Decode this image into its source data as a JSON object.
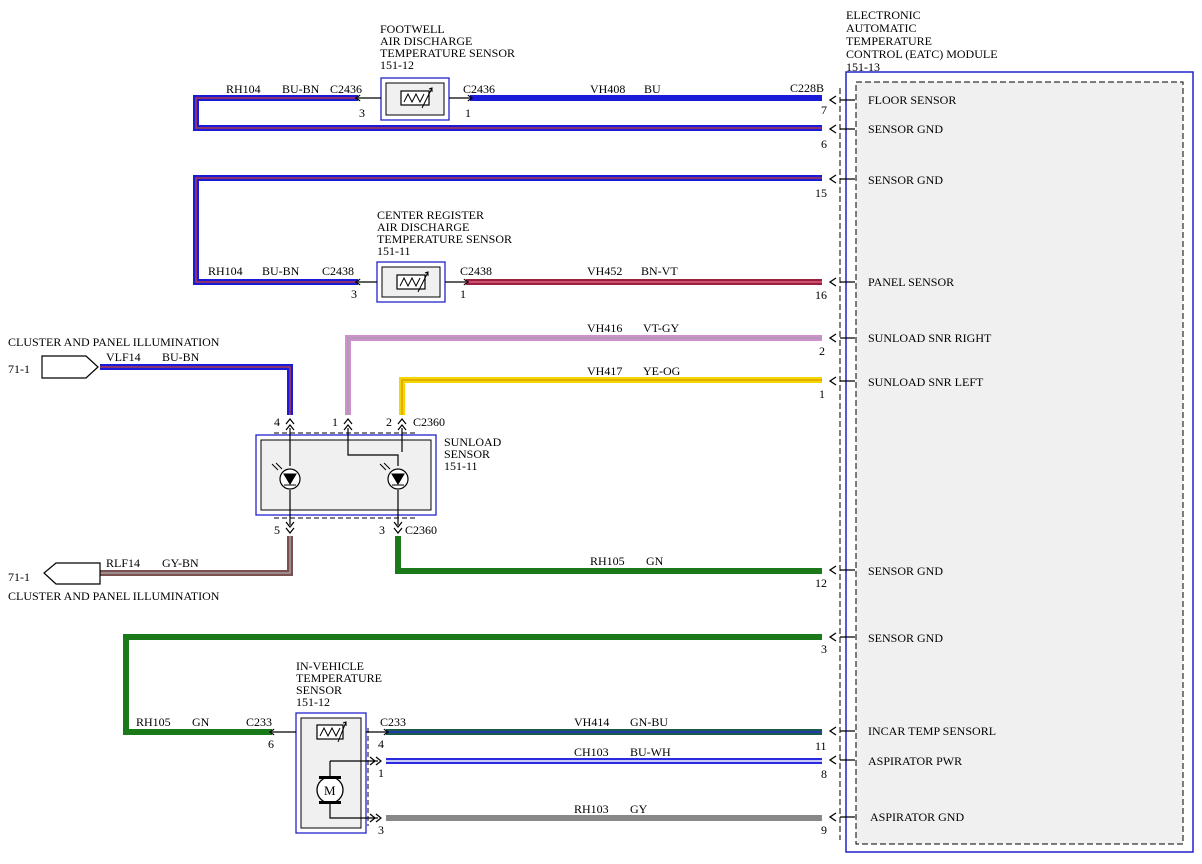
{
  "module": {
    "title_lines": [
      "ELECTRONIC",
      "AUTOMATIC",
      "TEMPERATURE",
      "CONTROL (EATC) MODULE",
      "151-13"
    ],
    "connector": "C228B"
  },
  "pins": [
    {
      "name": "FLOOR SENSOR",
      "pin": "7"
    },
    {
      "name": "SENSOR GND",
      "pin": "6"
    },
    {
      "name": "SENSOR GND",
      "pin": "15"
    },
    {
      "name": "PANEL SENSOR",
      "pin": "16"
    },
    {
      "name": "SUNLOAD SNR RIGHT",
      "pin": "2"
    },
    {
      "name": "SUNLOAD SNR LEFT",
      "pin": "1"
    },
    {
      "name": "SENSOR GND",
      "pin": "12"
    },
    {
      "name": "SENSOR GND",
      "pin": "3"
    },
    {
      "name": "INCAR TEMP SENSORL",
      "pin": "11"
    },
    {
      "name": "ASPIRATOR PWR",
      "pin": "8"
    },
    {
      "name": "ASPIRATOR GND",
      "pin": "9"
    }
  ],
  "footwell": {
    "title_lines": [
      "FOOTWELL",
      "AIR DISCHARGE",
      "TEMPERATURE SENSOR",
      "151-12"
    ],
    "conn": "C2436",
    "pin_left": "3",
    "pin_right": "1"
  },
  "center": {
    "title_lines": [
      "CENTER REGISTER",
      "AIR DISCHARGE",
      "TEMPERATURE SENSOR",
      "151-11"
    ],
    "conn": "C2438",
    "pin_left": "3",
    "pin_right": "1"
  },
  "sunload": {
    "title_lines": [
      "SUNLOAD",
      "SENSOR",
      "151-11"
    ],
    "conn": "C2360",
    "pins_top": [
      "4",
      "1",
      "2"
    ],
    "pins_bottom": [
      "5",
      "3"
    ]
  },
  "invehicle": {
    "title_lines": [
      "IN-VEHICLE",
      "TEMPERATURE",
      "SENSOR",
      "151-12"
    ],
    "conn": "C233",
    "pin_left": "6",
    "pins_right": [
      "4",
      "1",
      "3"
    ],
    "motor_label": "M"
  },
  "illum": {
    "label": "CLUSTER AND PANEL ILLUMINATION",
    "ref": "71-1",
    "top_circuit": "VLF14",
    "top_color": "BU-BN",
    "bottom_circuit": "RLF14",
    "bottom_color": "GY-BN"
  },
  "wires": [
    {
      "circuit": "RH104",
      "color": "BU-BN"
    },
    {
      "circuit": "VH408",
      "color": "BU"
    },
    {
      "circuit": "RH104",
      "color": "BU-BN"
    },
    {
      "circuit": "VH452",
      "color": "BN-VT"
    },
    {
      "circuit": "VH416",
      "color": "VT-GY"
    },
    {
      "circuit": "VH417",
      "color": "YE-OG"
    },
    {
      "circuit": "RH105",
      "color": "GN"
    },
    {
      "circuit": "RH105",
      "color": "GN"
    },
    {
      "circuit": "VH414",
      "color": "GN-BU"
    },
    {
      "circuit": "CH103",
      "color": "BU-WH"
    },
    {
      "circuit": "RH103",
      "color": "GY"
    }
  ],
  "colors": {
    "outline": "#2222cc",
    "blue": "#1a1ad9",
    "bu_bn_stripe": "#b03a4a",
    "bn_vt": "#9a2040",
    "bn_vt_stripe": "#e06080",
    "vt_gy": "#d090d0",
    "ye_og": "#f0d800",
    "green": "#1a7a1a",
    "gn_bu": "#1a5a4a",
    "bu_wh": "#2a2ae0",
    "gray": "#888888",
    "gy_bn": "#7a5050",
    "module_fill": "#f0f0f0"
  }
}
